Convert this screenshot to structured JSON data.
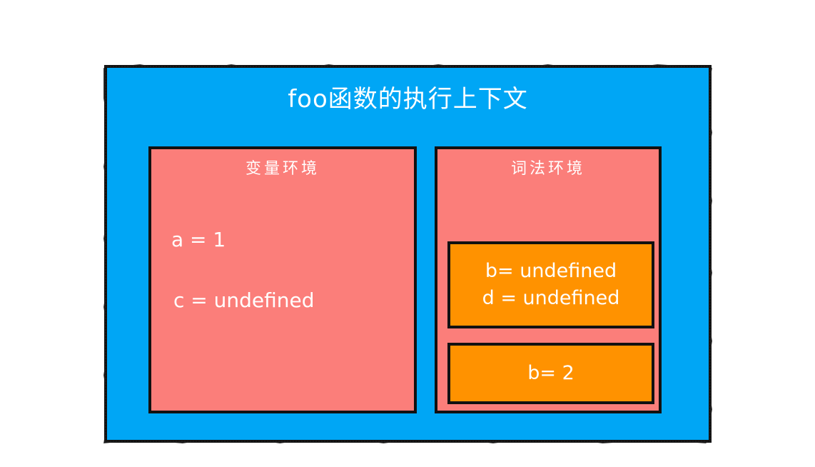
{
  "diagram": {
    "type": "js-execution-context",
    "container": {
      "title": "foo函数的执行上下文",
      "fill_color": "#00a6f5",
      "border_color": "#111111"
    },
    "panels": [
      {
        "key": "variable_environment",
        "title": "变量环境",
        "fill_color": "#fb7e7a",
        "entries": [
          {
            "text": "a = 1"
          },
          {
            "text": "c = undefined"
          }
        ]
      },
      {
        "key": "lexical_environment",
        "title": "词法环境",
        "fill_color": "#fb7e7a",
        "binding_boxes": [
          {
            "fill_color": "#ff9200",
            "lines": [
              {
                "text": "b= undefined"
              },
              {
                "text": "d = undefined"
              }
            ]
          },
          {
            "fill_color": "#ff9200",
            "lines": [
              {
                "text": "b= 2"
              }
            ]
          }
        ]
      }
    ]
  }
}
